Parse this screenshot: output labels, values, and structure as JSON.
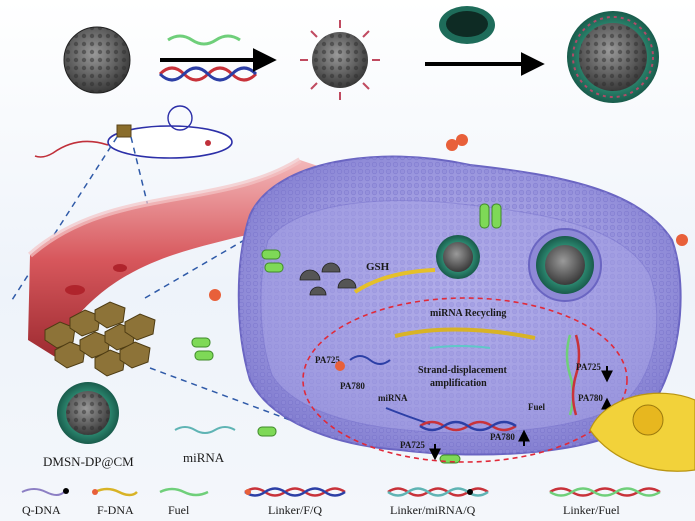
{
  "labels": {
    "gsh": "GSH",
    "mirna_recycling": "miRNA Recycling",
    "strand_displacement_1": "Strand-displacement",
    "strand_displacement_2": "amplification",
    "pa725": "PA725",
    "pa780": "PA780",
    "mirna_inner": "miRNA",
    "fuel_inner": "Fuel"
  },
  "legend": {
    "dmsn": "DMSN-DP@CM",
    "mirna": "miRNA",
    "qdna": "Q-DNA",
    "fdna": "F-DNA",
    "fuel": "Fuel",
    "linker_fq": "Linker/F/Q",
    "linker_mirna_q": "Linker/miRNA/Q",
    "linker_fuel": "Linker/Fuel"
  },
  "colors": {
    "cell_membrane": "#8a86d8",
    "cell_inner": "#a6a2e2",
    "vessel": "#c8424a",
    "coating": "#1f6f5c",
    "arrow": "#000000",
    "dashed_line": "#2f5aa8",
    "loop": "#e02a3a"
  }
}
